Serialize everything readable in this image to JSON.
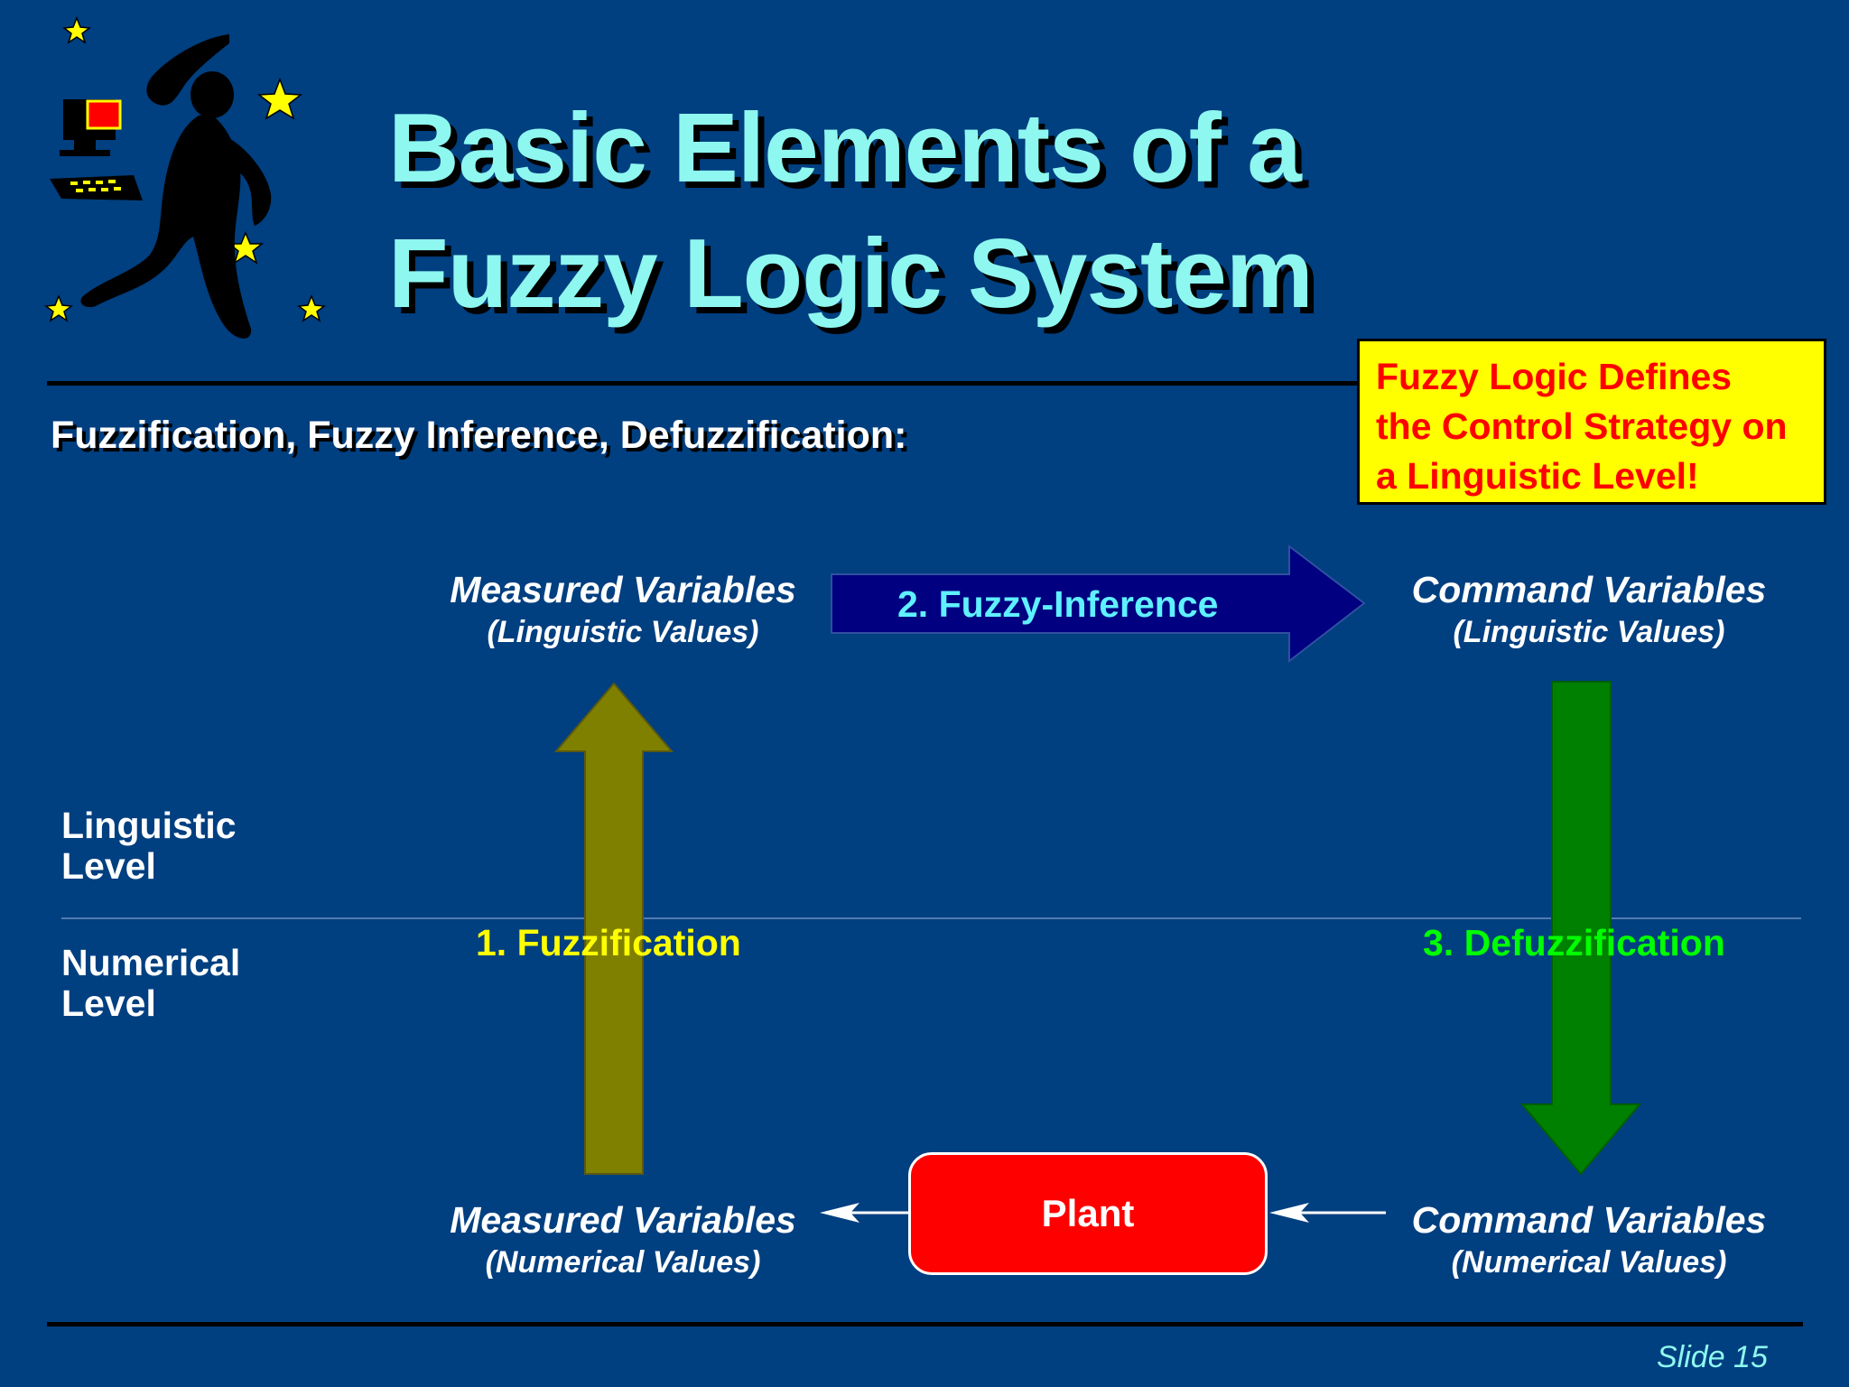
{
  "title": {
    "line1": "Basic Elements of a",
    "line2": "Fuzzy Logic System"
  },
  "subtitle": "Fuzzification, Fuzzy Inference, Defuzzification:",
  "callout": {
    "text": "Fuzzy Logic Defines\nthe Control Strategy on\na Linguistic Level!"
  },
  "nodes": {
    "measured_linguistic": {
      "main": "Measured Variables",
      "sub": "(Linguistic Values)"
    },
    "command_linguistic": {
      "main": "Command Variables",
      "sub": "(Linguistic Values)"
    },
    "measured_numerical": {
      "main": "Measured Variables",
      "sub": "(Numerical Values)"
    },
    "command_numerical": {
      "main": "Command Variables",
      "sub": "(Numerical Values)"
    }
  },
  "levels": {
    "linguistic": "Linguistic\nLevel",
    "numerical": "Numerical\nLevel"
  },
  "steps": {
    "fuzzification": "1. Fuzzification",
    "inference": "2. Fuzzy-Inference",
    "defuzzification": "3. Defuzzification"
  },
  "plant": "Plant",
  "slide_number": "Slide 15",
  "colors": {
    "background": "#003f80",
    "title": "#8ef7ef",
    "callout_bg": "#ffff00",
    "callout_text": "#ff0000",
    "fuzzification_arrow": "#808000",
    "fuzzification_text": "#ffff00",
    "inference_arrow": "#000080",
    "inference_text": "#5ff0ff",
    "defuzzification_arrow": "#008000",
    "defuzzification_text": "#00ff00",
    "plant": "#ff0000"
  },
  "icons": {
    "mascot": "dancing-figure-with-computer-clipart"
  }
}
